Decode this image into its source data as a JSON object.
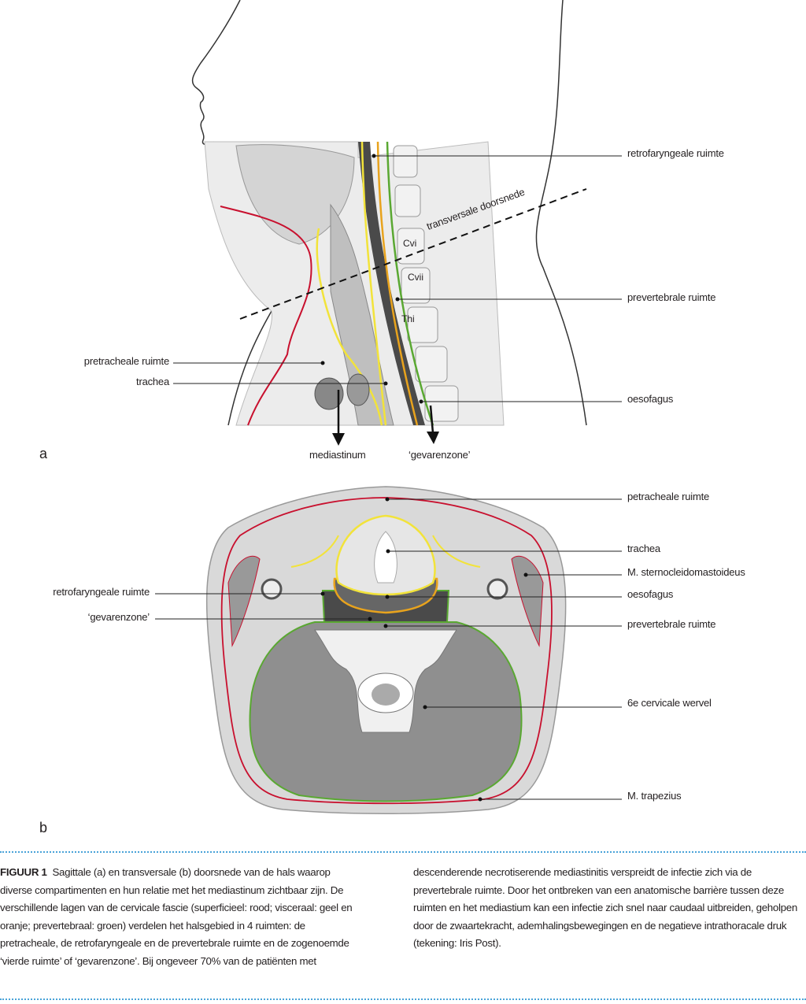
{
  "panel_a": {
    "letter": "a",
    "labels": {
      "retrofaryngeale": "retrofaryngeale ruimte",
      "transversale": "transversale doorsnede",
      "prevertebrale": "prevertebrale ruimte",
      "pretracheale": "pretracheale ruimte",
      "trachea": "trachea",
      "oesofagus": "oesofagus",
      "mediastinum": "mediastinum",
      "gevarenzone": "‘gevarenzone’",
      "cvi": "Cvi",
      "cvii": "Cvii",
      "thi": "Thi"
    }
  },
  "panel_b": {
    "letter": "b",
    "labels": {
      "petracheale": "petracheale ruimte",
      "trachea": "trachea",
      "sternocleido": "M. sternocleidomastoideus",
      "retrofaryngeale": "retrofaryngeale ruimte",
      "oesofagus": "oesofagus",
      "gevarenzone": "‘gevarenzone’",
      "prevertebrale": "prevertebrale ruimte",
      "wervel": "6e cervicale wervel",
      "trapezius": "M. trapezius"
    }
  },
  "caption": {
    "figure_label": "FIGUUR 1",
    "col1": "Sagittale (a) en transversale (b) doorsnede van de hals waarop diverse compartimenten en hun relatie met het mediastinum zichtbaar zijn. De verschillende lagen van de cervicale fascie (superficieel: rood; visceraal: geel en oranje; prevertebraal: groen) verdelen het halsgebied in 4 ruimten: de pretracheale, de retrofaryngeale en de prevertebrale ruimte en de zogenoemde ‘vierde ruimte’ of ‘gevarenzone’. Bij ongeveer 70% van de patiënten met",
    "col2": "descenderende necrotiserende mediastinitis verspreidt de infectie zich via de prevertebrale ruimte. Door het ontbreken van een anatomische barrière tussen deze ruimten en het mediastium kan een infectie zich snel naar caudaal uitbreiden, geholpen door de zwaartekracht, ademhalingsbewegingen en de negatieve intrathoracale druk (tekening: Iris Post)."
  },
  "colors": {
    "superficial": "#c8102e",
    "visceral": "#f2e33a",
    "visceral2": "#e8a31d",
    "prevertebral": "#5aa832",
    "danger": "#4a4a4a",
    "rule": "#4aa3d8"
  }
}
